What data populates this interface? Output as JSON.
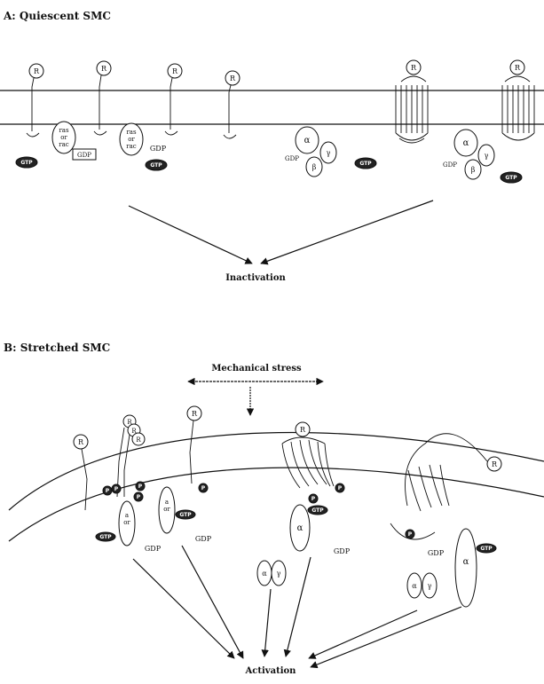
{
  "panel_a": {
    "title": "A: Quiescent SMC",
    "outcome": "Inactivation",
    "receptor": "R",
    "ras_label": [
      "ras",
      "or",
      "rac"
    ],
    "ras_label_2": [
      "ras",
      "or",
      "rac"
    ],
    "gdp": "GDP",
    "gtp": "GTP",
    "alpha": "α",
    "beta": "β",
    "gamma": "γ"
  },
  "panel_b": {
    "title": "B: Stretched SMC",
    "stimulus": "Mechanical stress",
    "outcome": "Activation",
    "receptor": "R",
    "phospho": "P",
    "gdp": "GDP",
    "gtp": "GTP",
    "alpha": "α",
    "gamma": "γ",
    "ras_small": [
      "a",
      "or"
    ]
  }
}
